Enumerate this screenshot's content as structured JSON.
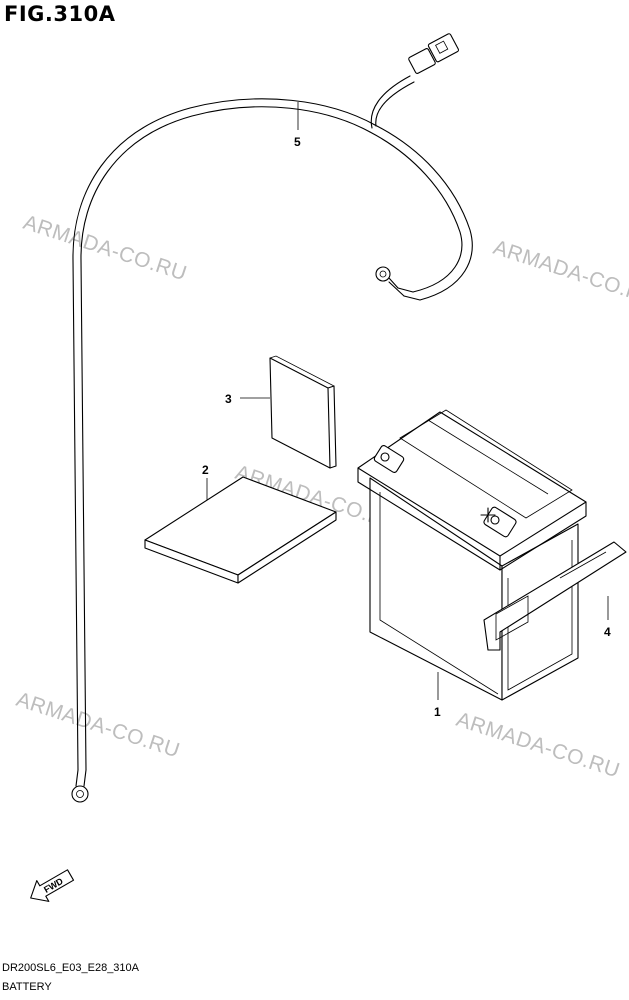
{
  "figure_title": "FIG.310A",
  "footer": {
    "code": "DR200SL6_E03_E28_310A",
    "name": "BATTERY"
  },
  "watermark": "ARMADA-CO.RU",
  "callouts": {
    "battery": "1",
    "battery_pad": "2",
    "insulator_sheet": "3",
    "battery_band": "4",
    "lead_wire": "5"
  },
  "fwd_label": "FWD"
}
